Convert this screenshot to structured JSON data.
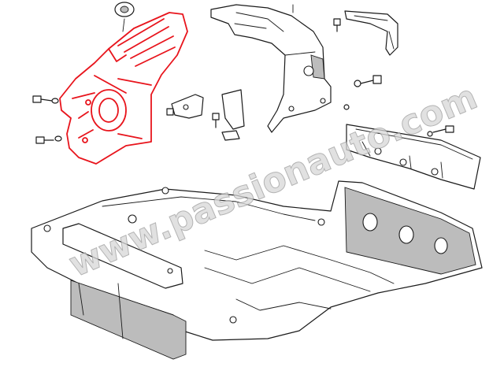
{
  "watermark": {
    "text": "www.passionauto.com"
  },
  "colors": {
    "highlight": "#e8141c",
    "line": "#1a1a1a",
    "shade": "#bcbcbc",
    "background": "#ffffff"
  },
  "parts": [
    "highlighted-front-wheelhouse-panel",
    "rubber-grommet",
    "upper-inner-fender-panel",
    "upper-corner-bracket",
    "left-mounting-bracket",
    "small-bracket",
    "lower-center-bracket",
    "rear-crossmember",
    "floor-pan",
    "front-crossmember-frame",
    "bolt-fasteners"
  ]
}
